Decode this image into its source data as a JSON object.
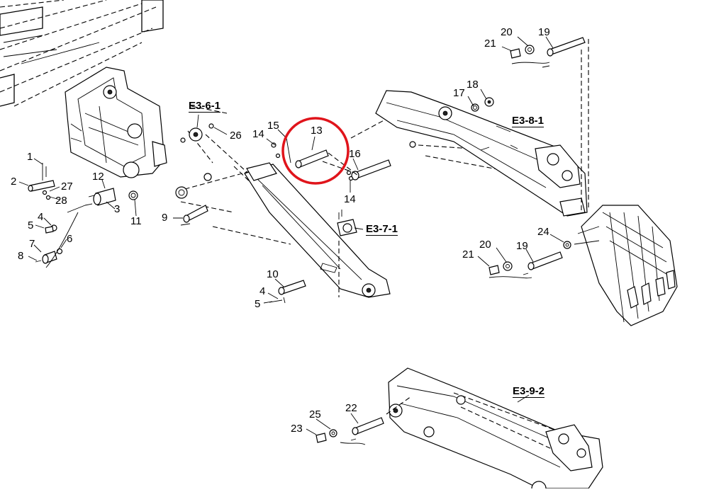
{
  "callouts": {
    "c1": "1",
    "c2": "2",
    "c27": "27",
    "c28": "28",
    "c4a": "4",
    "c5a": "5",
    "c7": "7",
    "c6": "6",
    "c8": "8",
    "c12": "12",
    "c3": "3",
    "c11": "11",
    "c26": "26",
    "c15": "15",
    "c14a": "14",
    "c13": "13",
    "c16": "16",
    "c14b": "14",
    "c9": "9",
    "c10": "10",
    "c4b": "4",
    "c5b": "5",
    "c20a": "20",
    "c19a": "19",
    "c21a": "21",
    "c17": "17",
    "c18": "18",
    "c24": "24",
    "c20b": "20",
    "c19b": "19",
    "c21b": "21",
    "c25": "25",
    "c22": "22",
    "c23": "23"
  },
  "refs": {
    "e361": "E3-6-1",
    "e371": "E3-7-1",
    "e381": "E3-8-1",
    "e392": "E3-9-2"
  },
  "highlight": {
    "color": "#e0141b",
    "target": "13"
  }
}
